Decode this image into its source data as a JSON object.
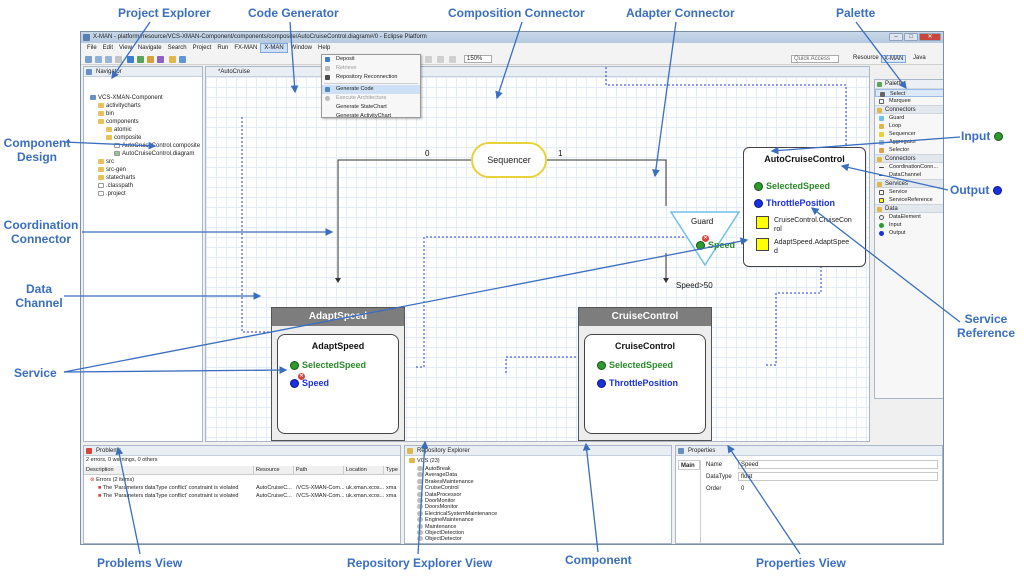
{
  "callouts": {
    "project_explorer": "Project Explorer",
    "code_generator": "Code Generator",
    "composition_connector": "Composition Connector",
    "adapter_connector": "Adapter Connector",
    "palette": "Palette",
    "component_design_1": "Component",
    "component_design_2": "Design",
    "input": "Input",
    "output": "Output",
    "coordination_1": "Coordination",
    "coordination_2": "Connector",
    "data_channel_1": "Data",
    "data_channel_2": "Channel",
    "service_ref_1": "Service",
    "service_ref_2": "Reference",
    "service": "Service",
    "problems_view": "Problems View",
    "repository_view": "Repository Explorer View",
    "component": "Component",
    "properties_view": "Properties View"
  },
  "window": {
    "title": "X-MAN - platform:/resource/VCS-XMAN-Component/components/composite/AutoCruiseControl.diagram#/0 - Eclipse Platform"
  },
  "menu": [
    "File",
    "Edit",
    "View",
    "Navigate",
    "Search",
    "Project",
    "Run",
    "FX-MAN",
    "X-MAN",
    "Window",
    "Help"
  ],
  "xman_menu": {
    "items": [
      {
        "label": "Deposit",
        "enabled": true
      },
      {
        "label": "Retrieve",
        "enabled": false
      },
      {
        "label": "Repository Reconnection",
        "enabled": true
      },
      {
        "label": "Generate Code",
        "enabled": true
      },
      {
        "label": "Execute Architecture",
        "enabled": false
      },
      {
        "label": "Generate StateChart",
        "enabled": true
      },
      {
        "label": "Generate ActivityChart",
        "enabled": true
      }
    ]
  },
  "toolbar": {
    "zoom": "150%",
    "quick_access": "Quick Access",
    "resource": "Resource",
    "xman": "X-MAN",
    "java": "Java"
  },
  "navigator": {
    "tab": "Navigator",
    "items": [
      "VCS-XMAN-Component",
      "activitycharts",
      "bin",
      "components",
      "atomic",
      "composite",
      "AutoCruiseControl.composite",
      "AutoCruiseControl.diagram",
      "src",
      "src-gen",
      "statecharts",
      ".classpath",
      ".project"
    ]
  },
  "editor": {
    "tab": "*AutoCruise"
  },
  "diagram": {
    "sequencer": "Sequencer",
    "seq_left": "0",
    "seq_right": "1",
    "guard": "Guard",
    "guard_port": "Speed",
    "guard_condition": "Speed>50",
    "adapt_speed_header": "AdaptSpeed",
    "adapt_speed_inner": "AdaptSpeed",
    "adapt_in": "SelectedSpeed",
    "adapt_out": "Speed",
    "cruise_header": "CruiseControl",
    "cruise_inner": "CruiseControl",
    "cruise_in": "SelectedSpeed",
    "cruise_out": "ThrottlePosition",
    "auto_title": "AutoCruiseControl",
    "auto_in": "SelectedSpeed",
    "auto_out": "ThrottlePosition",
    "auto_ref1_a": "CruiseControl.CruiseCon",
    "auto_ref1_b": "rol",
    "auto_ref2_a": "AdaptSpeed.AdaptSpee",
    "auto_ref2_b": "d"
  },
  "palette": {
    "title": "Palette",
    "select": "Select",
    "marquee": "Marquee",
    "groups": [
      {
        "name": "Connectors",
        "items": [
          "Guard",
          "Loop",
          "Sequencer",
          "Aggregator",
          "Selector"
        ]
      },
      {
        "name": "Connectors",
        "items": [
          "CoordinationConn...",
          "DataChannel"
        ]
      },
      {
        "name": "Services",
        "items": [
          "Service",
          "ServiceReference"
        ]
      },
      {
        "name": "Data",
        "items": [
          "DataElement",
          "Input",
          "Output"
        ]
      }
    ]
  },
  "problems": {
    "tab": "Problems",
    "summary": "2 errors, 0 warnings, 0 others",
    "columns": [
      "Description",
      "Resource",
      "Path",
      "Location",
      "Type"
    ],
    "group": "Errors (2 items)",
    "rows": [
      [
        "The 'Parameters dataType conflict' constraint is violated",
        "AutoCruiseC...",
        "/VCS-XMAN-Com...",
        "uk.xman.xcos...",
        "xma"
      ],
      [
        "The 'Parameters dataType conflict' constraint is violated",
        "AutoCruiseC...",
        "/VCS-XMAN-Com...",
        "uk.xman.xcos...",
        "xma"
      ]
    ]
  },
  "repository": {
    "tab": "Repository Explorer",
    "root": "VCS (23)",
    "items": [
      "AutoBreak",
      "AverageData",
      "BrakesMaintenance",
      "CruiseControl",
      "DataProcessor",
      "DoorMonitor",
      "DoorsMonitor",
      "ElectricalSystemMaintenance",
      "EngineMaintenance",
      "Maintenance",
      "ObjectDetection",
      "ObjectDetector"
    ]
  },
  "properties": {
    "tab": "Properties",
    "section": "Main",
    "fields": [
      {
        "label": "Name",
        "value": "Speed"
      },
      {
        "label": "DataType",
        "value": "float"
      },
      {
        "label": "Order",
        "value": "0"
      }
    ]
  },
  "colors": {
    "callout": "#3a6ebf",
    "input_port": "#2e9a2e",
    "output_port": "#1a2fe0",
    "sequencer_border": "#e8d23a",
    "service_ref_fill": "#ffff00",
    "component_header": "#7d7d7d"
  }
}
